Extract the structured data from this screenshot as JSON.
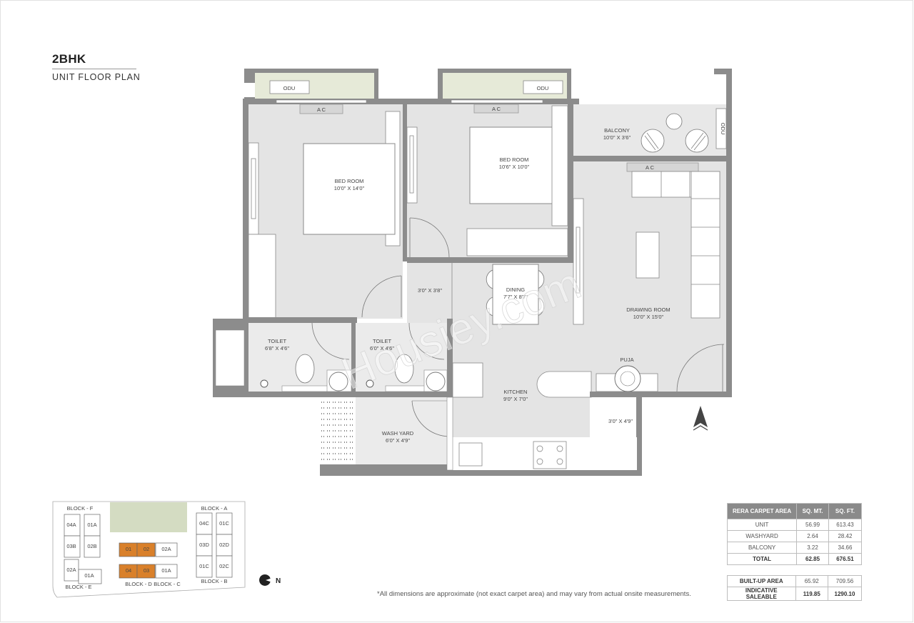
{
  "header": {
    "unit_type": "2BHK",
    "subtitle": "UNIT FLOOR PLAN"
  },
  "rooms": [
    {
      "id": "bedroom1",
      "name": "BED ROOM",
      "dims": "10'0\" X 14'0\""
    },
    {
      "id": "bedroom2",
      "name": "BED ROOM",
      "dims": "10'6\" X 10'0\""
    },
    {
      "id": "balcony",
      "name": "BALCONY",
      "dims": "10'0\" X 3'6\""
    },
    {
      "id": "passage",
      "name": "",
      "dims": "3'0\" X 3'8\""
    },
    {
      "id": "dining",
      "name": "DINING",
      "dims": "7'7\" X 8'7\""
    },
    {
      "id": "drawing",
      "name": "DRAWING ROOM",
      "dims": "10'0\" X 15'0\""
    },
    {
      "id": "toilet1",
      "name": "TOILET",
      "dims": "6'8\" X 4'6\""
    },
    {
      "id": "toilet2",
      "name": "TOILET",
      "dims": "6'0\" X 4'6\""
    },
    {
      "id": "kitchen",
      "name": "KITCHEN",
      "dims": "9'0\" X 7'0\""
    },
    {
      "id": "washyard",
      "name": "WASH YARD",
      "dims": "6'0\" X 4'9\""
    },
    {
      "id": "store",
      "name": "",
      "dims": "3'0\" X 4'9\""
    }
  ],
  "fixtures": {
    "ac_label": "A C",
    "odu_label": "ODU",
    "puja_label": "PUJA"
  },
  "watermark": "Housiey.com",
  "key_plan": {
    "blocks": {
      "f": "BLOCK - F",
      "e": "BLOCK - E",
      "d": "BLOCK - D",
      "c": "BLOCK - C",
      "a": "BLOCK - A",
      "b": "BLOCK - B"
    },
    "units": {
      "f1": "04A",
      "f2": "01A",
      "f3": "03B",
      "f4": "02B",
      "e1": "02A",
      "e2": "01A",
      "d1": "01",
      "d2": "02",
      "d3": "04",
      "d4": "03",
      "c1": "02A",
      "c2": "01A",
      "a1": "04C",
      "a2": "01C",
      "a3": "03D",
      "a4": "02D",
      "b1": "01C",
      "b2": "02C"
    },
    "highlight_color": "#d9802a",
    "open_space_color": "#d4dcc2",
    "north_label": "N"
  },
  "rera_table": {
    "headers": [
      "RERA CARPET AREA",
      "SQ. MT.",
      "SQ. FT."
    ],
    "rows": [
      {
        "label": "UNIT",
        "sqmt": "56.99",
        "sqft": "613.43"
      },
      {
        "label": "WASHYARD",
        "sqmt": "2.64",
        "sqft": "28.42"
      },
      {
        "label": "BALCONY",
        "sqmt": "3.22",
        "sqft": "34.66"
      }
    ],
    "total": {
      "label": "TOTAL",
      "sqmt": "62.85",
      "sqft": "676.51"
    }
  },
  "area_table": {
    "rows": [
      {
        "label": "BUILT-UP AREA",
        "sqmt": "65.92",
        "sqft": "709.56"
      },
      {
        "label": "INDICATIVE SALEABLE",
        "sqmt": "119.85",
        "sqft": "1290.10"
      }
    ]
  },
  "disclaimer": "*All dimensions are approximate (not exact carpet area) and may vary from actual onsite measurements.",
  "colors": {
    "wall": "#8c8c8c",
    "floor": "#e4e4e4",
    "balcony_floor": "#e6ead8",
    "furniture": "#ffffff",
    "line": "#777777"
  }
}
